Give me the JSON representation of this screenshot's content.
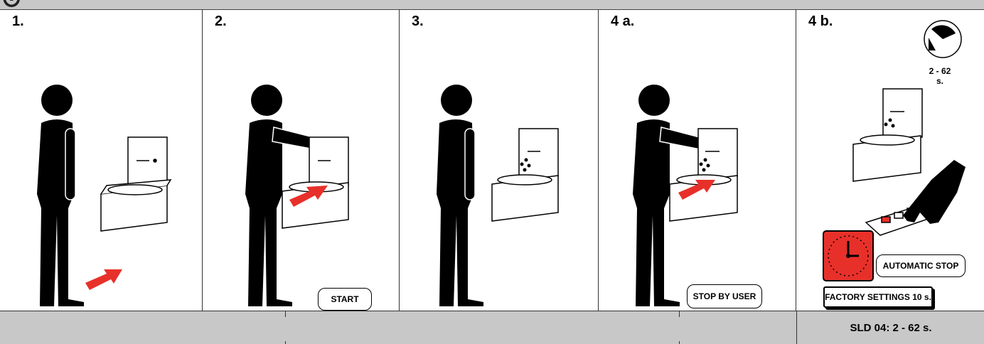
{
  "steps": [
    {
      "label": "1."
    },
    {
      "label": "2.",
      "button": "START"
    },
    {
      "label": "3."
    },
    {
      "label": "4 a.",
      "button": "STOP BY USER"
    },
    {
      "label": "4 b.",
      "timer_range": "2 - 62\ns.",
      "auto_stop": "AUTOMATIC STOP",
      "factory": "FACTORY SETTINGS 10 s."
    }
  ],
  "footer": {
    "model_range": "SLD 04: 2 - 62 s."
  },
  "colors": {
    "accent": "#e8302a",
    "panel_bg": "#c8c8c8",
    "ink": "#000000"
  },
  "icons": [
    "person-icon",
    "sink-icon",
    "arrow-icon",
    "water-drops-icon",
    "hand-icon",
    "clock-icon",
    "dial-icon",
    "control-box-icon"
  ]
}
